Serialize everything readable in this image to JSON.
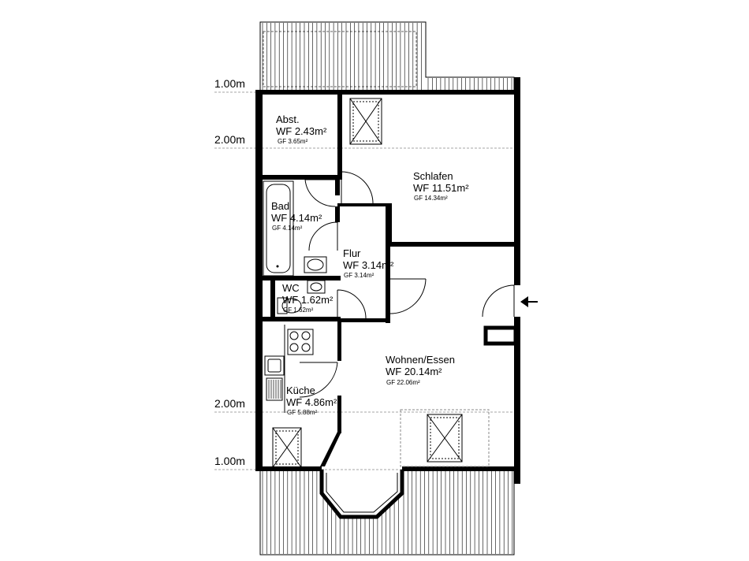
{
  "height_labels": [
    "1.00m",
    "2.00m",
    "2.00m",
    "1.00m"
  ],
  "rooms": [
    {
      "name": "Abst.",
      "wf": "WF 2.43m²",
      "gf": "GF 3.65m²"
    },
    {
      "name": "Schlafen",
      "wf": "WF 11.51m²",
      "gf": "GF 14.34m²"
    },
    {
      "name": "Bad",
      "wf": "WF 4.14m²",
      "gf": "GF 4.14m²"
    },
    {
      "name": "Flur",
      "wf": "WF 3.14m²",
      "gf": "GF 3.14m²"
    },
    {
      "name": "WC",
      "wf": "WF 1.62m²",
      "gf": "GF 1.62m²"
    },
    {
      "name": "Wohnen/Essen",
      "wf": "WF 20.14m²",
      "gf": "GF 22.06m²"
    },
    {
      "name": "Küche",
      "wf": "WF 4.86m²",
      "gf": "GF 5.88m²"
    }
  ],
  "icons": {
    "entrance": "entrance-arrow-icon",
    "skylight": "skylight-icon",
    "stove": "stove-icon",
    "sink": "sink-icon",
    "bathtub": "bathtub-icon",
    "washbasin": "washbasin-icon",
    "toilet": "toilet-icon"
  }
}
